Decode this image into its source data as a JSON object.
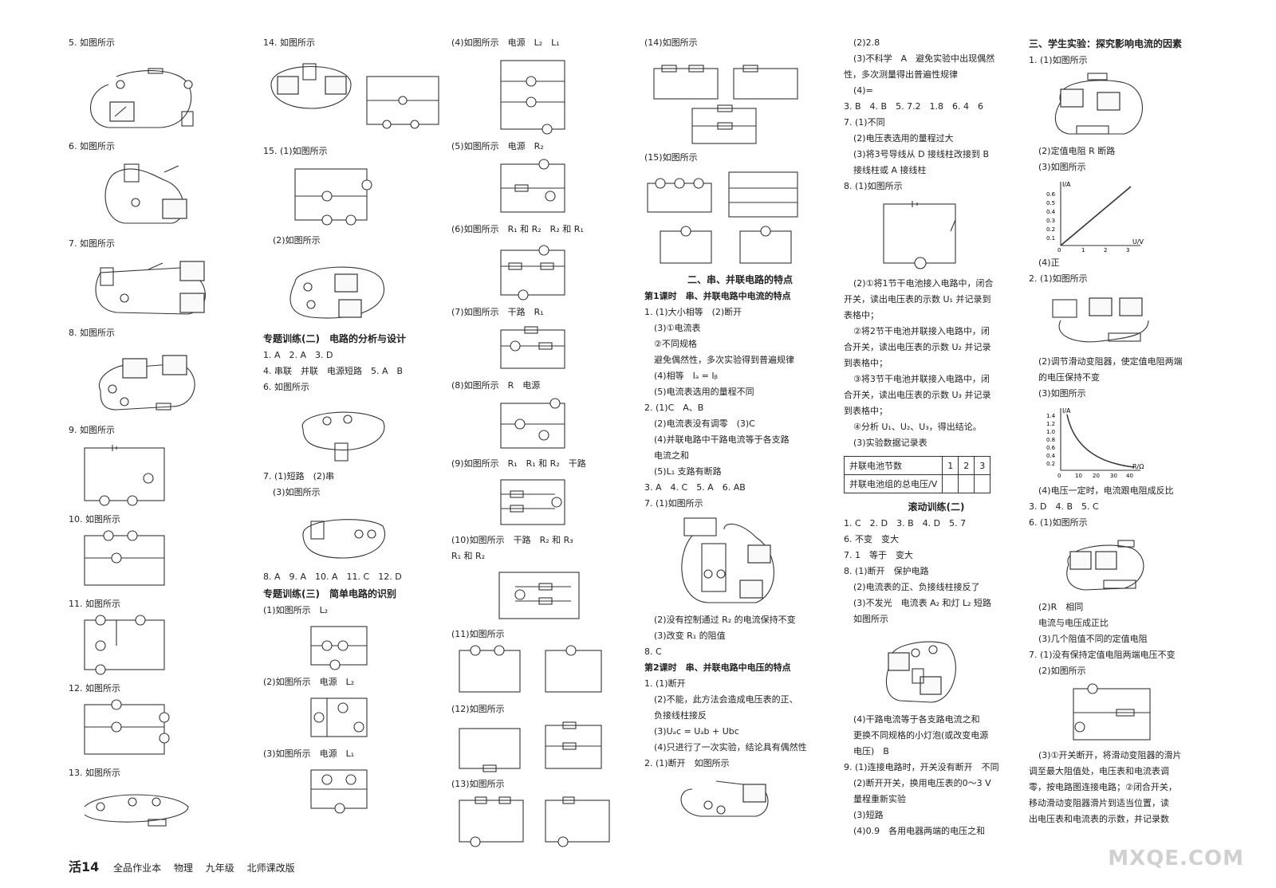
{
  "col1": [
    "5. 如图所示",
    "6. 如图所示",
    "7. 如图所示",
    "8. 如图所示",
    "9. 如图所示",
    "10. 如图所示",
    "11. 如图所示",
    "12. 如图所示",
    "13. 如图所示"
  ],
  "col2": {
    "q14": "14. 如图所示",
    "q15a": "15. (1)如图所示",
    "q15b": "(2)如图所示",
    "sec2": "专题训练(二)　电路的分析与设计",
    "l1": "1. A　2. A　3. D",
    "l2": "4. 串联　并联　电源短路　5. A　B",
    "l3": "6. 如图所示",
    "l4": "7. (1)短路　(2)串",
    "l5": "(3)如图所示",
    "l6": "8. A　9. A　10. A　11. C　12. D",
    "sec3": "专题训练(三)　简单电路的识别",
    "l7": "(1)如图所示　L₂",
    "l8": "(2)如图所示　电源　L₂",
    "l9": "(3)如图所示　电源　L₁"
  },
  "col3": [
    "(4)如图所示　电源　L₂　L₁",
    "(5)如图所示　电源　R₂",
    "(6)如图所示　R₁ 和 R₂　R₂ 和 R₁",
    "(7)如图所示　干路　R₁",
    "(8)如图所示　R　电源",
    "(9)如图所示　R₁　R₁ 和 R₂　干路",
    "(10)如图所示　干路　R₂ 和 R₃",
    "R₁ 和 R₂",
    "(11)如图所示",
    "(12)如图所示",
    "(13)如图所示"
  ],
  "col4": {
    "a": "(14)如图所示",
    "b": "(15)如图所示",
    "sec": "二、串、并联电路的特点",
    "sub1": "第1课时　串、并联电路中电流的特点",
    "lines1": [
      "1. (1)大小相等　(2)断开",
      "(3)①电流表",
      "②不同规格",
      "避免偶然性，多次实验得到普遍规律",
      "(4)相等　Iₐ = Iᵦ",
      "(5)电流表选用的量程不同",
      "2. (1)C　A、B",
      "(2)电流表没有调零　(3)C",
      "(4)并联电路中干路电流等于各支路",
      "电流之和",
      "(5)L₁ 支路有断路",
      "3. A　4. C　5. A　6. AB",
      "7. (1)如图所示"
    ],
    "lines2": [
      "(2)没有控制通过 R₂ 的电流保持不变",
      "(3)改变 R₁ 的阻值",
      "8. C"
    ],
    "sub2": "第2课时　串、并联电路中电压的特点",
    "lines3": [
      "1. (1)断开",
      "(2)不能，此方法会造成电压表的正、",
      "负接线柱接反",
      "(3)Uₐc = Uₐb + Ubc",
      "(4)只进行了一次实验，结论具有偶然性",
      "2. (1)断开　如图所示"
    ]
  },
  "col5": {
    "lines1": [
      "(2)2.8",
      "(3)不科学　A　避免实验中出现偶然",
      "性，多次测量得出普遍性规律",
      "(4)=",
      "3. B　4. B　5. 7.2　1.8　6. 4　6",
      "7. (1)不同",
      "(2)电压表选用的量程过大",
      "(3)将3号导线从 D 接线柱改接到 B",
      "接线柱或 A 接线柱",
      "8. (1)如图所示"
    ],
    "lines2": [
      "(2)①将1节干电池接入电路中，闭合",
      "开关，读出电压表的示数 U₁ 并记录到",
      "表格中；",
      "②将2节干电池并联接入电路中，闭",
      "合开关，读出电压表的示数 U₂ 并记录",
      "到表格中；",
      "③将3节干电池并联接入电路中，闭",
      "合开关，读出电压表的示数 U₃ 并记录",
      "到表格中；",
      "④分析 U₁、U₂、U₃，得出结论。",
      "(3)实验数据记录表"
    ],
    "table": {
      "row1": [
        "并联电池节数",
        "1",
        "2",
        "3"
      ],
      "row2": [
        "并联电池组的总电压/V",
        "",
        "",
        ""
      ]
    },
    "sec": "滚动训练(二)",
    "lines3": [
      "1. C　2. D　3. B　4. D　5. 7",
      "6. 不变　变大",
      "7. 1　等于　变大",
      "8. (1)断开　保护电路",
      "(2)电流表的正、负接线柱接反了",
      "(3)不发光　电流表 A₂ 和灯 L₂ 短路",
      "如图所示"
    ],
    "lines4": [
      "(4)干路电流等于各支路电流之和",
      "更换不同规格的小灯泡(或改变电源",
      "电压)　B",
      "9. (1)连接电路时，开关没有断开　不同",
      "(2)断开开关，换用电压表的0～3 V",
      "量程重新实验",
      "(3)短路",
      "(4)0.9　各用电器两端的电压之和"
    ]
  },
  "col6": {
    "sec": "三、学生实验：探究影响电流的因素",
    "lines1": [
      "1. (1)如图所示"
    ],
    "lines2": [
      "(2)定值电阻 R 断路",
      "(3)如图所示"
    ],
    "graph1": {
      "ylabel": "I/A",
      "xlabel": "U/V",
      "yt": [
        "0.6",
        "0.5",
        "0.4",
        "0.3",
        "0.2",
        "0.1"
      ],
      "xt": [
        "0",
        "1",
        "2",
        "3"
      ]
    },
    "lines3": [
      "(4)正",
      "2. (1)如图所示"
    ],
    "lines4": [
      "(2)调节滑动变阻器，使定值电阻两端",
      "的电压保持不变",
      "(3)如图所示"
    ],
    "graph2": {
      "ylabel": "I/A",
      "xlabel": "R/Ω",
      "yt": [
        "1.4",
        "1.2",
        "1.0",
        "0.8",
        "0.6",
        "0.4",
        "0.2"
      ],
      "xt": [
        "0",
        "10",
        "20",
        "30",
        "40"
      ]
    },
    "lines5": [
      "(4)电压一定时，电流跟电阻成反比",
      "3. D　4. B　5. C",
      "6. (1)如图所示"
    ],
    "lines6": [
      "(2)R　相同",
      "电流与电压成正比",
      "(3)几个阻值不同的定值电阻",
      "7. (1)没有保持定值电阻两端电压不变",
      "(2)如图所示"
    ],
    "lines7": [
      "(3)①开关断开，将滑动变阻器的滑片",
      "调至最大阻值处，电压表和电流表调",
      "零，按电路图连接电路；②闭合开关，",
      "移动滑动变阻器滑片到适当位置，读",
      "出电压表和电流表的示数，并记录数"
    ]
  },
  "footer": {
    "page": "活14",
    "items": [
      "全品作业本",
      "物理",
      "九年级",
      "北师课改版"
    ]
  },
  "watermark": "MXQE.COM"
}
